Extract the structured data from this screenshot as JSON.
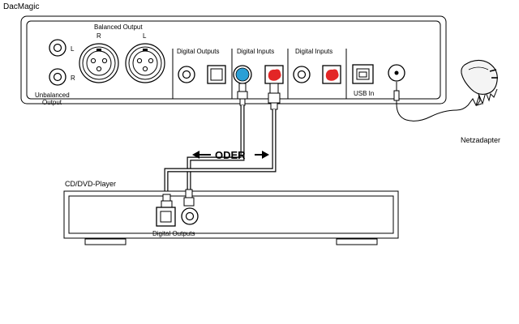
{
  "dacmagic": {
    "title": "DacMagic",
    "unbalanced_label_1": "Unbalanced",
    "unbalanced_label_2": "Output",
    "channel_l": "L",
    "channel_r": "R",
    "balanced_output_label": "Balanced Output",
    "xlr_r": "R",
    "xlr_l": "L",
    "digital_outputs_label": "Digital Outputs",
    "digital_inputs_label_1": "Digital Inputs",
    "digital_inputs_label_2": "Digital Inputs",
    "usb_label": "USB In"
  },
  "connection": {
    "oder_label": "ODER"
  },
  "power": {
    "adapter_label": "Netzadapter"
  },
  "player": {
    "title": "CD/DVD-Player",
    "digital_outputs_label": "Digital Outputs"
  },
  "colors": {
    "coax_plug": "#2a9fd6",
    "optical_plug": "#e32626",
    "outline": "#000000"
  }
}
